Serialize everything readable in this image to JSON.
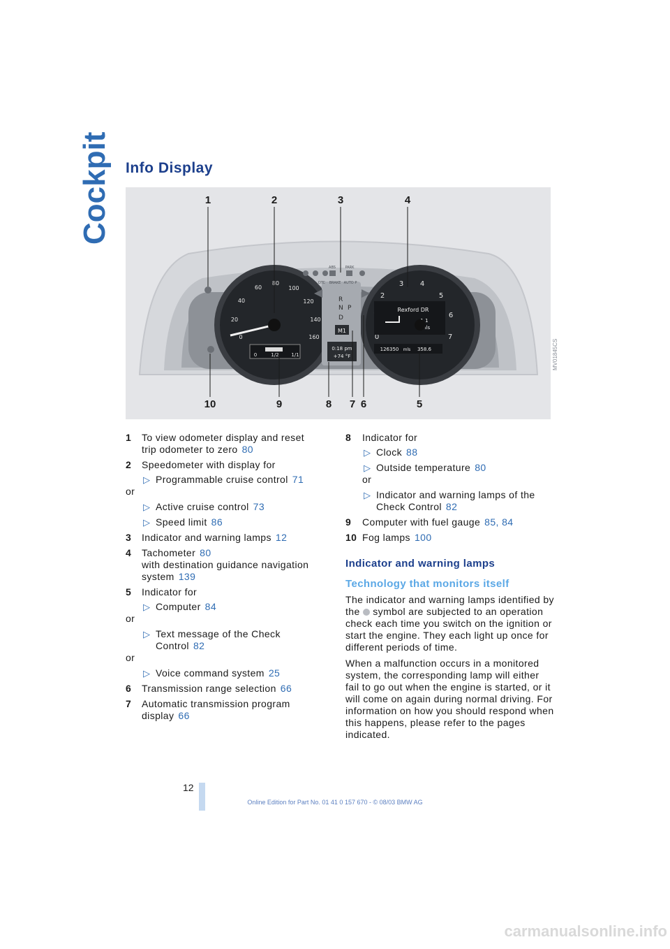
{
  "section_tab": "Cockpit",
  "heading": "Info Display",
  "figure": {
    "callout_numbers_top": [
      "1",
      "2",
      "3",
      "4"
    ],
    "callout_numbers_bottom": [
      "10",
      "9",
      "8",
      "7",
      "6",
      "5"
    ],
    "image_code": "MV01845CS",
    "speedo_ticks": [
      "0",
      "20",
      "40",
      "60",
      "80",
      "100",
      "120",
      "140",
      "160"
    ],
    "tacho_ticks": [
      "0",
      "1",
      "2",
      "3",
      "4",
      "5",
      "6",
      "7"
    ],
    "gears": [
      "R",
      "N",
      "P",
      "D"
    ],
    "display_street": "Rexford DR",
    "display_distance": "1.1",
    "display_distance_unit": "mls",
    "odometer": "126350",
    "odometer_unit": "mls",
    "trip": "358.6",
    "clock": "0:18 pm",
    "temperature": "+74 °F",
    "program": "M1",
    "fuel_marks": [
      "0",
      "1/2",
      "1/1"
    ],
    "lamp_labels": [
      "ABS",
      "PARK",
      "DTC",
      "BRAKE",
      "AUTO P"
    ]
  },
  "left_items": [
    {
      "num": "1",
      "text": "To view odometer display and reset trip odometer to zero",
      "ref": "80"
    },
    {
      "num": "2",
      "text": "Speedometer with display for",
      "subs": [
        {
          "text": "Programmable cruise control",
          "ref": "71",
          "after": "or"
        },
        {
          "text": "Active cruise control",
          "ref": "73"
        },
        {
          "text": "Speed limit",
          "ref": "86"
        }
      ]
    },
    {
      "num": "3",
      "text": "Indicator and warning lamps",
      "ref": "12"
    },
    {
      "num": "4",
      "text": "Tachometer",
      "ref": "80",
      "extra": "with destination guidance navigation system",
      "extra_ref": "139"
    },
    {
      "num": "5",
      "text": "Indicator for",
      "subs": [
        {
          "text": "Computer",
          "ref": "84",
          "after": "or"
        },
        {
          "text": "Text message of the Check Control",
          "ref": "82",
          "after": "or"
        },
        {
          "text": "Voice command system",
          "ref": "25"
        }
      ]
    },
    {
      "num": "6",
      "text": "Transmission range selection",
      "ref": "66"
    },
    {
      "num": "7",
      "text": "Automatic transmission program display",
      "ref": "66"
    }
  ],
  "right_items": [
    {
      "num": "8",
      "text": "Indicator for",
      "subs": [
        {
          "text": "Clock",
          "ref": "88"
        },
        {
          "text": "Outside temperature",
          "ref": "80",
          "after": "or"
        },
        {
          "text": "Indicator and warning lamps of the Check Control",
          "ref": "82"
        }
      ]
    },
    {
      "num": "9",
      "text": "Computer with fuel gauge",
      "ref": "85, 84"
    },
    {
      "num": "10",
      "text": "Fog lamps",
      "ref": "100"
    }
  ],
  "subheading": "Indicator and warning lamps",
  "subsubheading": "Technology that monitors itself",
  "para1_before": "The indicator and warning lamps identified by the",
  "para1_after": "symbol are subjected to an operation check each time you switch on the ignition or start the engine. They each light up once for different periods of time.",
  "para2": "When a malfunction occurs in a monitored system, the corresponding lamp will either fail to go out when the engine is started, or it will come on again during normal driving. For information on how you should respond when this happens, please refer to the pages indicated.",
  "page_number": "12",
  "footer": "Online Edition for Part No. 01 41 0 157 670 - © 08/03 BMW AG",
  "watermark": "carmanualsonline.info"
}
